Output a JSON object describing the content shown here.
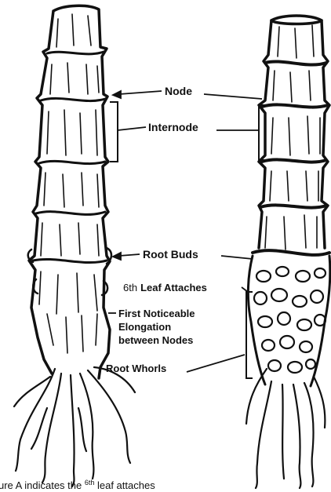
{
  "labels": {
    "node": "Node",
    "internode": "Internode",
    "root_buds": "Root Buds",
    "sixth_leaf_number": "6th",
    "sixth_leaf_text": "Leaf Attaches",
    "first_noticeable": "First Noticeable",
    "elongation": "Elongation",
    "between_nodes": "between Nodes",
    "root_whorls": "Root Whorls"
  },
  "caption": {
    "prefix": "ure A indicates the ",
    "superscript": "6th",
    "suffix": " leaf attaches"
  },
  "colors": {
    "ink": "#111111",
    "paper": "#ffffff"
  }
}
